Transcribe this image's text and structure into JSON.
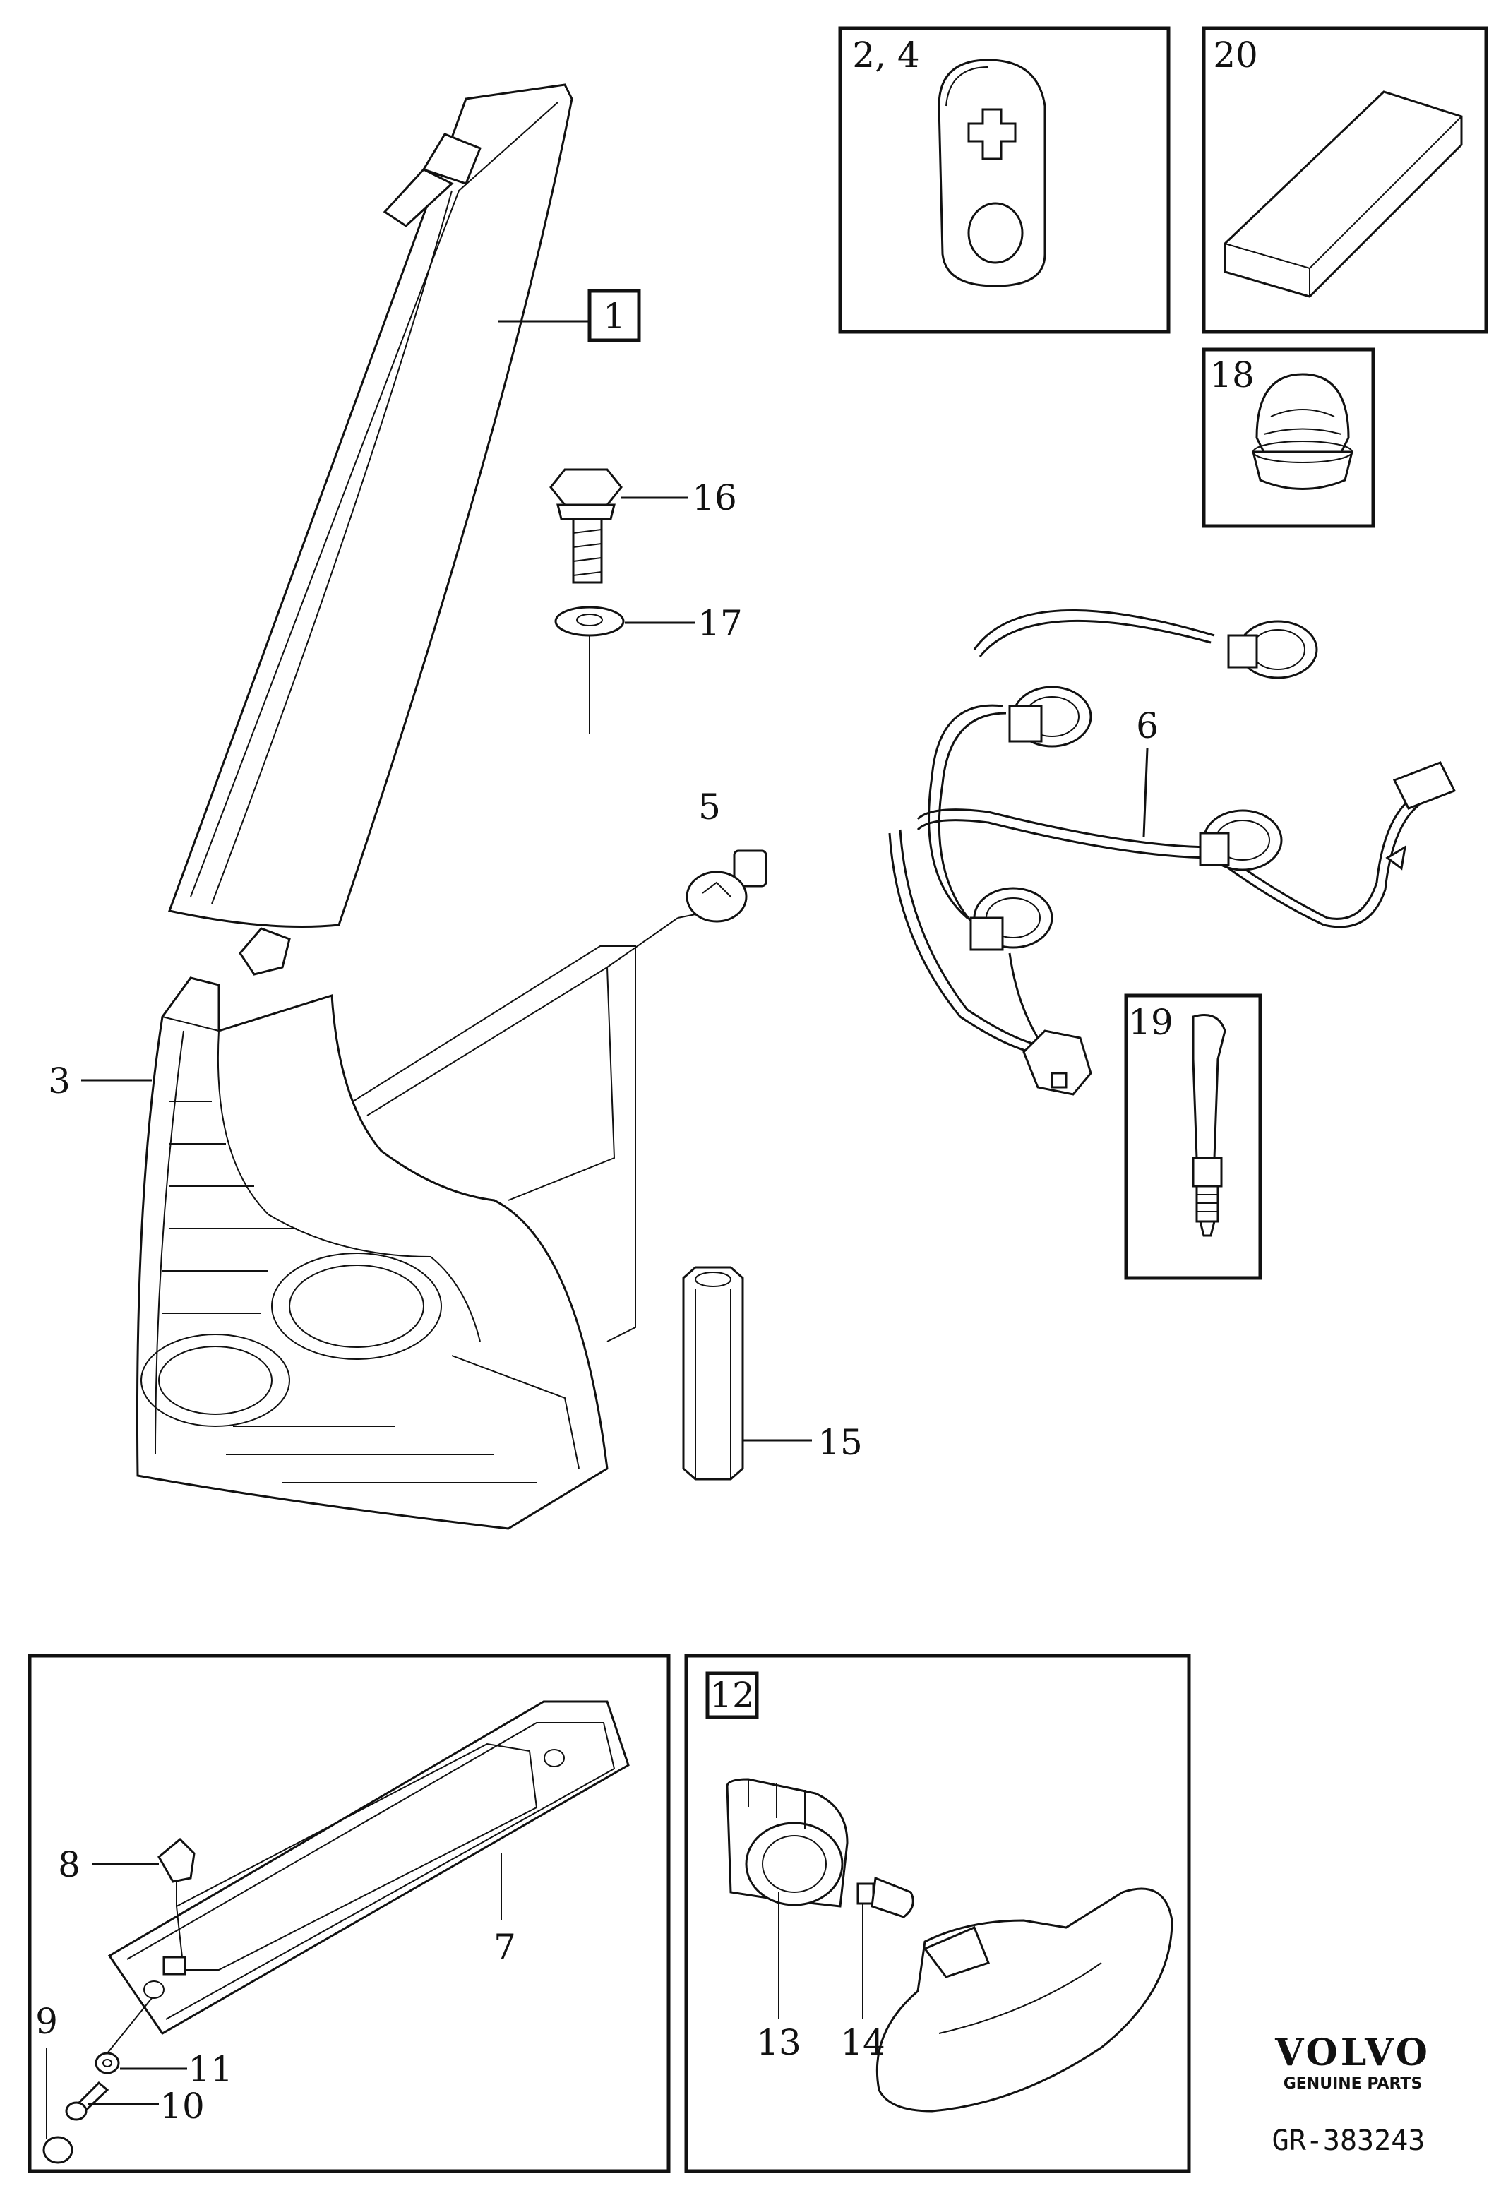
{
  "callouts": {
    "c1": "1",
    "c2_4": "2, 4",
    "c3": "3",
    "c5": "5",
    "c6": "6",
    "c7": "7",
    "c8": "8",
    "c9": "9",
    "c10": "10",
    "c11": "11",
    "c12": "12",
    "c13": "13",
    "c14": "14",
    "c15": "15",
    "c16": "16",
    "c17": "17",
    "c18": "18",
    "c19": "19",
    "c20": "20"
  },
  "branding": {
    "brand_name": "VOLVO",
    "tagline": "GENUINE PARTS",
    "reference": "GR-383243"
  }
}
